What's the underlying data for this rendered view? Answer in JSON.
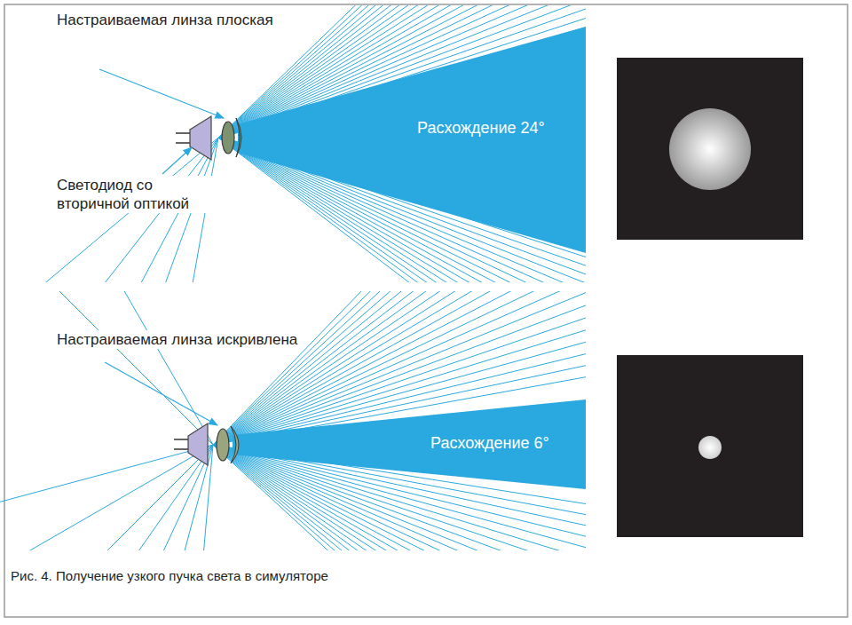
{
  "diagram": {
    "caption": "Рис. 4. Получение узкого пучка света в симуляторе",
    "labels": [
      "Настраиваемая линза плоская",
      "Светодиод со вторичной оптикой",
      "Расхождение 24°",
      "Настраиваемая линза искривлена",
      "Расхождение 6°"
    ]
  }
}
